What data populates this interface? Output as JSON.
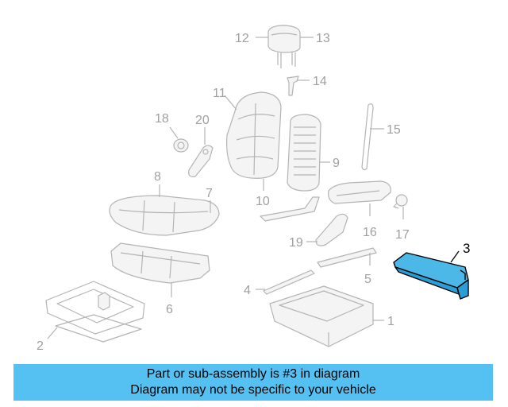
{
  "diagram": {
    "labels": {
      "p1": "1",
      "p2": "2",
      "p3": "3",
      "p4": "4",
      "p5": "5",
      "p6": "6",
      "p7": "7",
      "p8": "8",
      "p9": "9",
      "p10": "10",
      "p11": "11",
      "p12": "12",
      "p13": "13",
      "p14": "14",
      "p15": "15",
      "p16": "16",
      "p17": "17",
      "p18": "18",
      "p19": "19",
      "p20": "20"
    },
    "highlighted_part": "3",
    "colors": {
      "highlight": "#4bb8e8",
      "banner": "#55c1f2",
      "line": "#b4b4b4"
    }
  },
  "banner": {
    "line1": "Part or sub-assembly is #3 in diagram",
    "line2": "Diagram may not be specific to your vehicle"
  }
}
